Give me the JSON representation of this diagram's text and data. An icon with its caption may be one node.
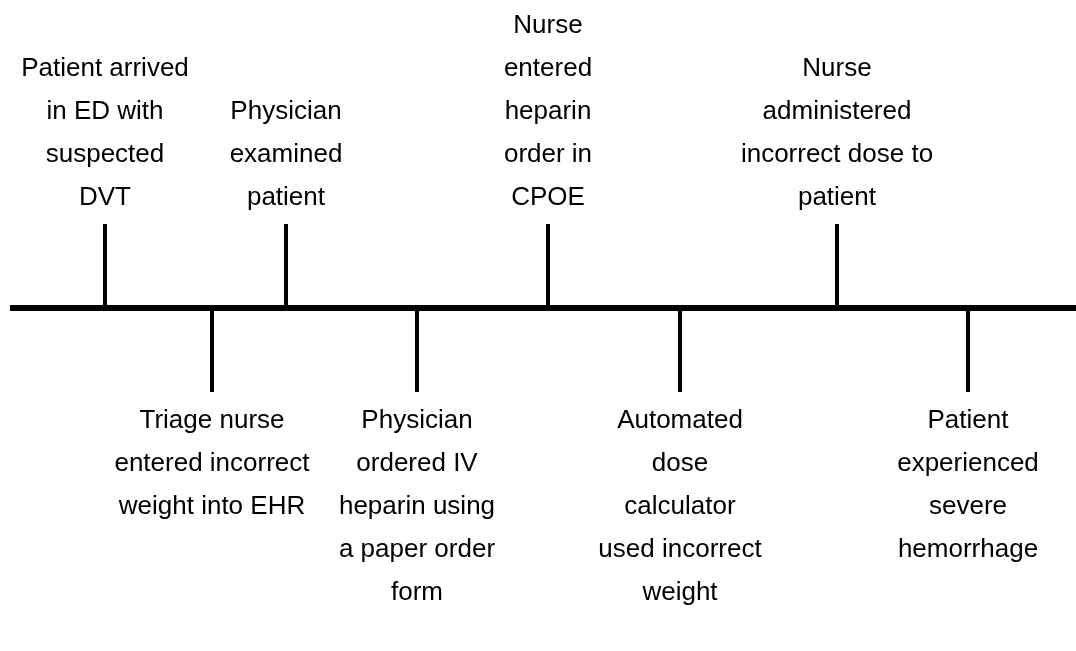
{
  "diagram": {
    "nodes": [
      {
        "text": [
          "Patient arrived in ED with suspected DVT"
        ]
      },
      {
        "text": [
          "Triage nurse entered incorrect weight into EHR"
        ]
      },
      {
        "text": [
          "Physician examined patient"
        ]
      },
      {
        "text": [
          "Physician ordered IV heparin using a paper order form"
        ]
      },
      {
        "text": [
          "Nurse entered heparin order in CPOE"
        ]
      },
      {
        "text": [
          "Automated dose calculator used incorrect weight"
        ]
      },
      {
        "text": [
          "Nurse administered incorrect dose to patient"
        ]
      },
      {
        "text": [
          "Patient experienced severe hemorrhage"
        ]
      },
      {
        "text": [],
        "shape": "bar"
      }
    ],
    "edges": [
      {
        "from": 0,
        "to": 8,
        "arrow": "none"
      },
      {
        "from": 1,
        "to": 8,
        "arrow": "none"
      },
      {
        "from": 2,
        "to": 8,
        "arrow": "none"
      },
      {
        "from": 3,
        "to": 8,
        "arrow": "none"
      },
      {
        "from": 4,
        "to": 8,
        "arrow": "none"
      },
      {
        "from": 5,
        "to": 8,
        "arrow": "none"
      },
      {
        "from": 6,
        "to": 8,
        "arrow": "none"
      },
      {
        "from": 7,
        "to": 8,
        "arrow": "none"
      }
    ]
  }
}
